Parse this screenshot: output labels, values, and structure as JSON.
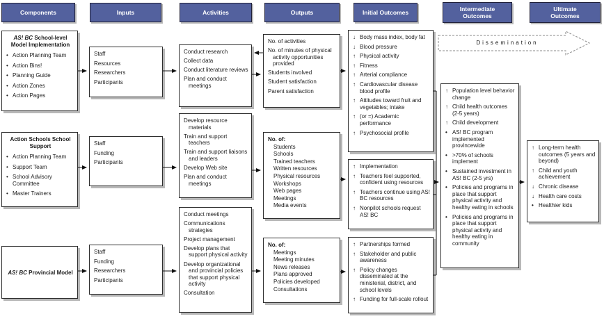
{
  "colors": {
    "header_bg": "#53619e",
    "header_text": "#ffffff",
    "box_border": "#2e2e2e",
    "shadow": "#b8b8b8",
    "arrow": "#111111",
    "dissemination_border": "#8a8a8a"
  },
  "headers": {
    "components": "Components",
    "inputs": "Inputs",
    "activities": "Activities",
    "outputs": "Outputs",
    "initial": "Initial Outcomes",
    "intermediate": "Intermediate\nOutcomes",
    "ultimate": "Ultimate\nOutcomes"
  },
  "dissemination": {
    "label": "Dissemination"
  },
  "boxes": {
    "comp1": {
      "title_i": "AS! BC",
      "title_r": "School-level Model Implementation",
      "items": [
        {
          "icon": "bullet-icon",
          "g": "•",
          "t": "Action Planning Team"
        },
        {
          "icon": "bullet-icon",
          "g": "•",
          "t": "Action Bins!"
        },
        {
          "icon": "bullet-icon",
          "g": "•",
          "t": "Planning Guide"
        },
        {
          "icon": "bullet-icon",
          "g": "•",
          "t": "Action Zones"
        },
        {
          "icon": "bullet-icon",
          "g": "•",
          "t": "Action Pages"
        }
      ]
    },
    "comp2": {
      "title": "Action Schools School Support",
      "items": [
        {
          "icon": "bullet-icon",
          "g": "•",
          "t": "Action Planning Team"
        },
        {
          "icon": "bullet-icon",
          "g": "•",
          "t": "Support Team"
        },
        {
          "icon": "bullet-icon",
          "g": "•",
          "t": "School Advisory Committee"
        },
        {
          "icon": "bullet-icon",
          "g": "•",
          "t": "Master Trainers"
        }
      ]
    },
    "comp3": {
      "title_i": "AS! BC",
      "title_r": "Provincial Model"
    },
    "inp1": {
      "items": [
        "Staff",
        "Resources",
        "Researchers",
        "Participants"
      ]
    },
    "inp2": {
      "items": [
        "Staff",
        "Funding",
        "Participants"
      ]
    },
    "inp3": {
      "items": [
        "Staff",
        "Funding",
        "Researchers",
        "Participants"
      ]
    },
    "act1": {
      "items": [
        "Conduct research",
        "Collect data",
        "Conduct literature reviews",
        "Plan and conduct meetings"
      ]
    },
    "act2": {
      "items": [
        "Develop resource materials",
        "Train and support teachers",
        "Train and support liaisons and leaders",
        "Develop Web site",
        "Plan and conduct meetings"
      ]
    },
    "act3": {
      "items": [
        "Conduct meetings",
        "Communications strategies",
        "Project management",
        "Develop plans that support physical activity",
        "Develop organizational and provincial policies that support physical activity",
        "Consultation"
      ]
    },
    "out1": {
      "items": [
        "No. of activities",
        "No. of minutes of physical activity opportunities provided",
        "Students involved",
        "Student satisfaction",
        "Parent satisfaction"
      ]
    },
    "out2": {
      "header": "No. of:",
      "items": [
        "Students",
        "Schools",
        "Trained teachers",
        "Written resources",
        "Physical resources",
        "Workshops",
        "Web pages",
        "Meetings",
        "Media events"
      ]
    },
    "out3": {
      "header": "No. of:",
      "items": [
        "Meetings",
        "Meeting minutes",
        "News releases",
        "Plans approved",
        "Policies developed",
        "Consultations"
      ]
    },
    "init1": {
      "items": [
        {
          "icon": "down-arrow-icon",
          "g": "↓",
          "t": "Body mass index, body fat"
        },
        {
          "icon": "down-arrow-icon",
          "g": "↓",
          "t": "Blood pressure"
        },
        {
          "icon": "up-arrow-icon",
          "g": "↑",
          "t": "Physical activity"
        },
        {
          "icon": "up-arrow-icon",
          "g": "↑",
          "t": "Fitness"
        },
        {
          "icon": "up-arrow-icon",
          "g": "↑",
          "t": "Arterial compliance"
        },
        {
          "icon": "up-arrow-icon",
          "g": "↑",
          "t": "Cardiovascular disease blood profile"
        },
        {
          "icon": "up-arrow-icon",
          "g": "↑",
          "t": "Attitudes toward fruit and vegetables; intake"
        },
        {
          "icon": "up-arrow-icon",
          "g": "↑",
          "t": "(or =) Academic performance"
        },
        {
          "icon": "up-arrow-icon",
          "g": "↑",
          "t": "Psychosocial profile"
        }
      ]
    },
    "init2": {
      "items": [
        {
          "icon": "up-arrow-icon",
          "g": "↑",
          "t": "Implementation"
        },
        {
          "icon": "up-arrow-icon",
          "g": "↑",
          "t": "Teachers feel supported, confident using resources"
        },
        {
          "icon": "up-arrow-icon",
          "g": "↑",
          "t": "Teachers continue using AS! BC resources"
        },
        {
          "icon": "up-arrow-icon",
          "g": "↑",
          "t": "Nonpilot schools request AS! BC"
        }
      ]
    },
    "init3": {
      "items": [
        {
          "icon": "up-arrow-icon",
          "g": "↑",
          "t": "Partnerships formed"
        },
        {
          "icon": "up-arrow-icon",
          "g": "↑",
          "t": "Stakeholder and public awareness"
        },
        {
          "icon": "up-arrow-icon",
          "g": "↑",
          "t": "Policy changes disseminated at the ministerial, district, and school levels"
        },
        {
          "icon": "up-arrow-icon",
          "g": "↑",
          "t": "Funding for full-scale rollout"
        }
      ]
    },
    "inter": {
      "items": [
        {
          "icon": "up-arrow-icon",
          "g": "↑",
          "t": "Population level behavior change"
        },
        {
          "icon": "up-arrow-icon",
          "g": "↑",
          "t": "Child health outcomes (2-5 years)"
        },
        {
          "icon": "up-arrow-icon",
          "g": "↑",
          "t": "Child development"
        },
        {
          "icon": "bullet-icon",
          "g": "•",
          "t": "AS! BC program implemented provincewide"
        },
        {
          "icon": "bullet-icon",
          "g": "•",
          "t": ">70% of schools implement"
        },
        {
          "icon": "bullet-icon",
          "g": "•",
          "t": "Sustained investment in AS! BC (2-5 yrs)"
        },
        {
          "icon": "bullet-icon",
          "g": "•",
          "t": "Policies and programs in place that support physical activity and healthy eating in schools"
        },
        {
          "icon": "bullet-icon",
          "g": "•",
          "t": "Policies and programs in place that support physical activity and healthy eating in community"
        }
      ]
    },
    "ult": {
      "items": [
        {
          "icon": "up-arrow-icon",
          "g": "↑",
          "t": "Long-term health outcomes (5 years and beyond)"
        },
        {
          "icon": "up-arrow-icon",
          "g": "↑",
          "t": "Child and youth achievement"
        },
        {
          "icon": "down-arrow-icon",
          "g": "↓",
          "t": "Chronic disease"
        },
        {
          "icon": "down-arrow-icon",
          "g": "↓",
          "t": "Health care costs"
        },
        {
          "icon": "bullet-icon",
          "g": "•",
          "t": "Healthier kids"
        }
      ]
    }
  }
}
